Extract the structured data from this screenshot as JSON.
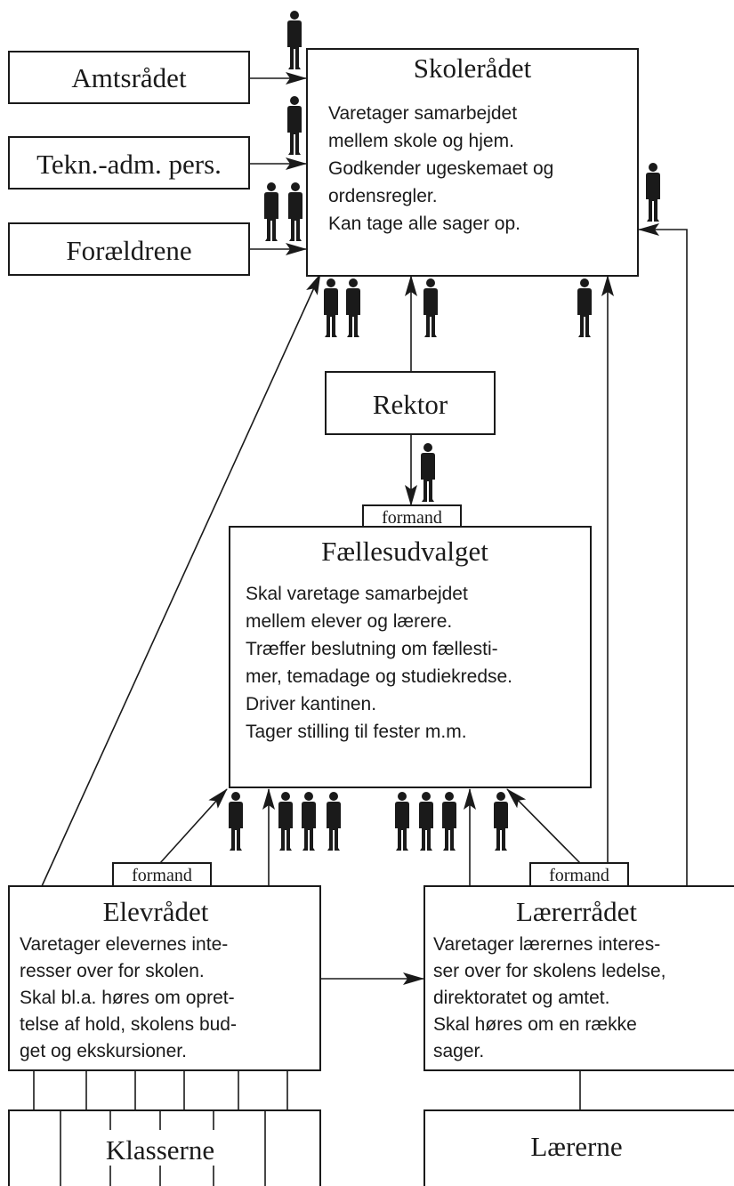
{
  "colors": {
    "ink": "#1a1a1a",
    "paper": "#ffffff"
  },
  "external": {
    "amtsraadet": "Amtsrådet",
    "tekn_adm": "Tekn.-adm. pers.",
    "foraeldrene": "Forældrene"
  },
  "skoleraadet": {
    "title": "Skolerådet",
    "lines": [
      "Varetager samarbejdet",
      "mellem skole og hjem.",
      "Godkender ugeskemaet og",
      "ordensregler.",
      "Kan tage alle sager op."
    ]
  },
  "rektor": {
    "title": "Rektor"
  },
  "faellesudvalget": {
    "formand": "formand",
    "title": "Fællesudvalget",
    "lines": [
      "Skal varetage samarbejdet",
      "mellem elever og lærere.",
      "Træffer beslutning om fællesti-",
      "mer, temadage og studiekredse.",
      "Driver kantinen.",
      "Tager stilling til fester m.m."
    ]
  },
  "elevraadet": {
    "formand": "formand",
    "title": "Elevrådet",
    "lines": [
      "Varetager elevernes inte-",
      "resser over for skolen.",
      "Skal bl.a. høres om opret-",
      "telse af hold, skolens bud-",
      "get og ekskursioner."
    ]
  },
  "laereraadet": {
    "formand": "formand",
    "title": "Lærerrådet",
    "lines": [
      "Varetager lærernes interes-",
      "ser over for skolens ledelse,",
      "direktoratet og amtet.",
      "Skal høres om en række",
      "sager."
    ]
  },
  "klasserne": {
    "title": "Klasserne"
  },
  "laererne": {
    "title": "Lærerne"
  },
  "icons": {
    "person": "person-icon"
  }
}
